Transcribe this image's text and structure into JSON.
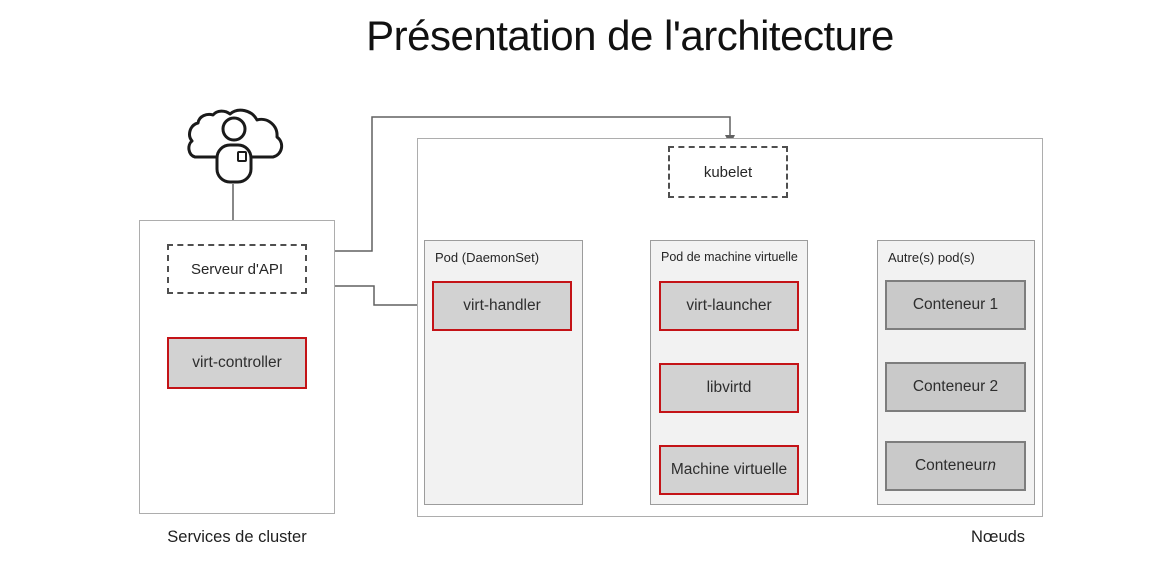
{
  "title": "Présentation de l'architecture",
  "colors": {
    "accent_red": "#c41317",
    "component_fill": "#d2d2d2",
    "pod_fill": "#f2f2f2",
    "connector_gray": "#616161",
    "arrow_black": "#141414"
  },
  "icons": {
    "user": "cloud-user-icon"
  },
  "cluster": {
    "label": "Services de cluster",
    "api_server_label": "Serveur d'API",
    "virt_controller_label": "virt-controller"
  },
  "nodes": {
    "label": "Nœuds",
    "kubelet_label": "kubelet",
    "pods": [
      {
        "header": "Pod (DaemonSet)",
        "items": [
          {
            "text": "virt-handler"
          }
        ]
      },
      {
        "header": "Pod de machine virtuelle",
        "items": [
          {
            "text": "virt-launcher"
          },
          {
            "text": "libvirtd"
          },
          {
            "text": "Machine virtuelle"
          }
        ]
      },
      {
        "header": "Autre(s) pod(s)",
        "items": [
          {
            "text": "Conteneur 1"
          },
          {
            "text": "Conteneur 2"
          },
          {
            "text": "Conteneur ",
            "suffix": "n"
          }
        ]
      }
    ]
  }
}
